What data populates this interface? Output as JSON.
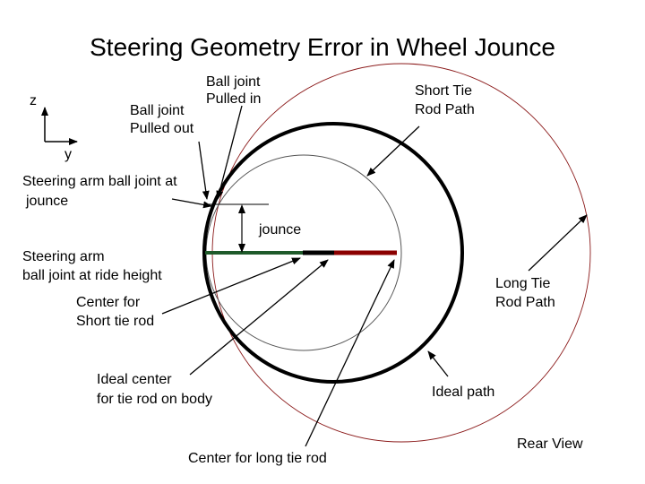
{
  "title": "Steering Geometry Error in Wheel Jounce",
  "axes": {
    "z": "z",
    "y": "y"
  },
  "labels": {
    "ball_joint_pulled_in": [
      "Ball joint",
      "Pulled in"
    ],
    "ball_joint_pulled_out": [
      "Ball joint",
      "Pulled out"
    ],
    "short_tie_rod_path": [
      "Short Tie",
      "Rod Path"
    ],
    "steering_arm_jounce": [
      "Steering arm ball joint at",
      "jounce"
    ],
    "jounce": "jounce",
    "steering_arm_ride": [
      "Steering arm",
      "ball joint at ride height"
    ],
    "center_short_tie_rod": [
      "Center for",
      "Short tie rod"
    ],
    "long_tie_rod_path": [
      "Long Tie",
      "Rod Path"
    ],
    "ideal_center": [
      "Ideal center",
      "for tie rod on body"
    ],
    "ideal_path": "Ideal path",
    "center_long_tie_rod": "Center for long tie rod",
    "rear_view": "Rear View"
  },
  "colors": {
    "ink": "#000000",
    "thin_circle": "#555555",
    "long_path_circle": "#8b1a1a",
    "green_rod": "#1f5a2a",
    "red_rod": "#8b0000"
  }
}
